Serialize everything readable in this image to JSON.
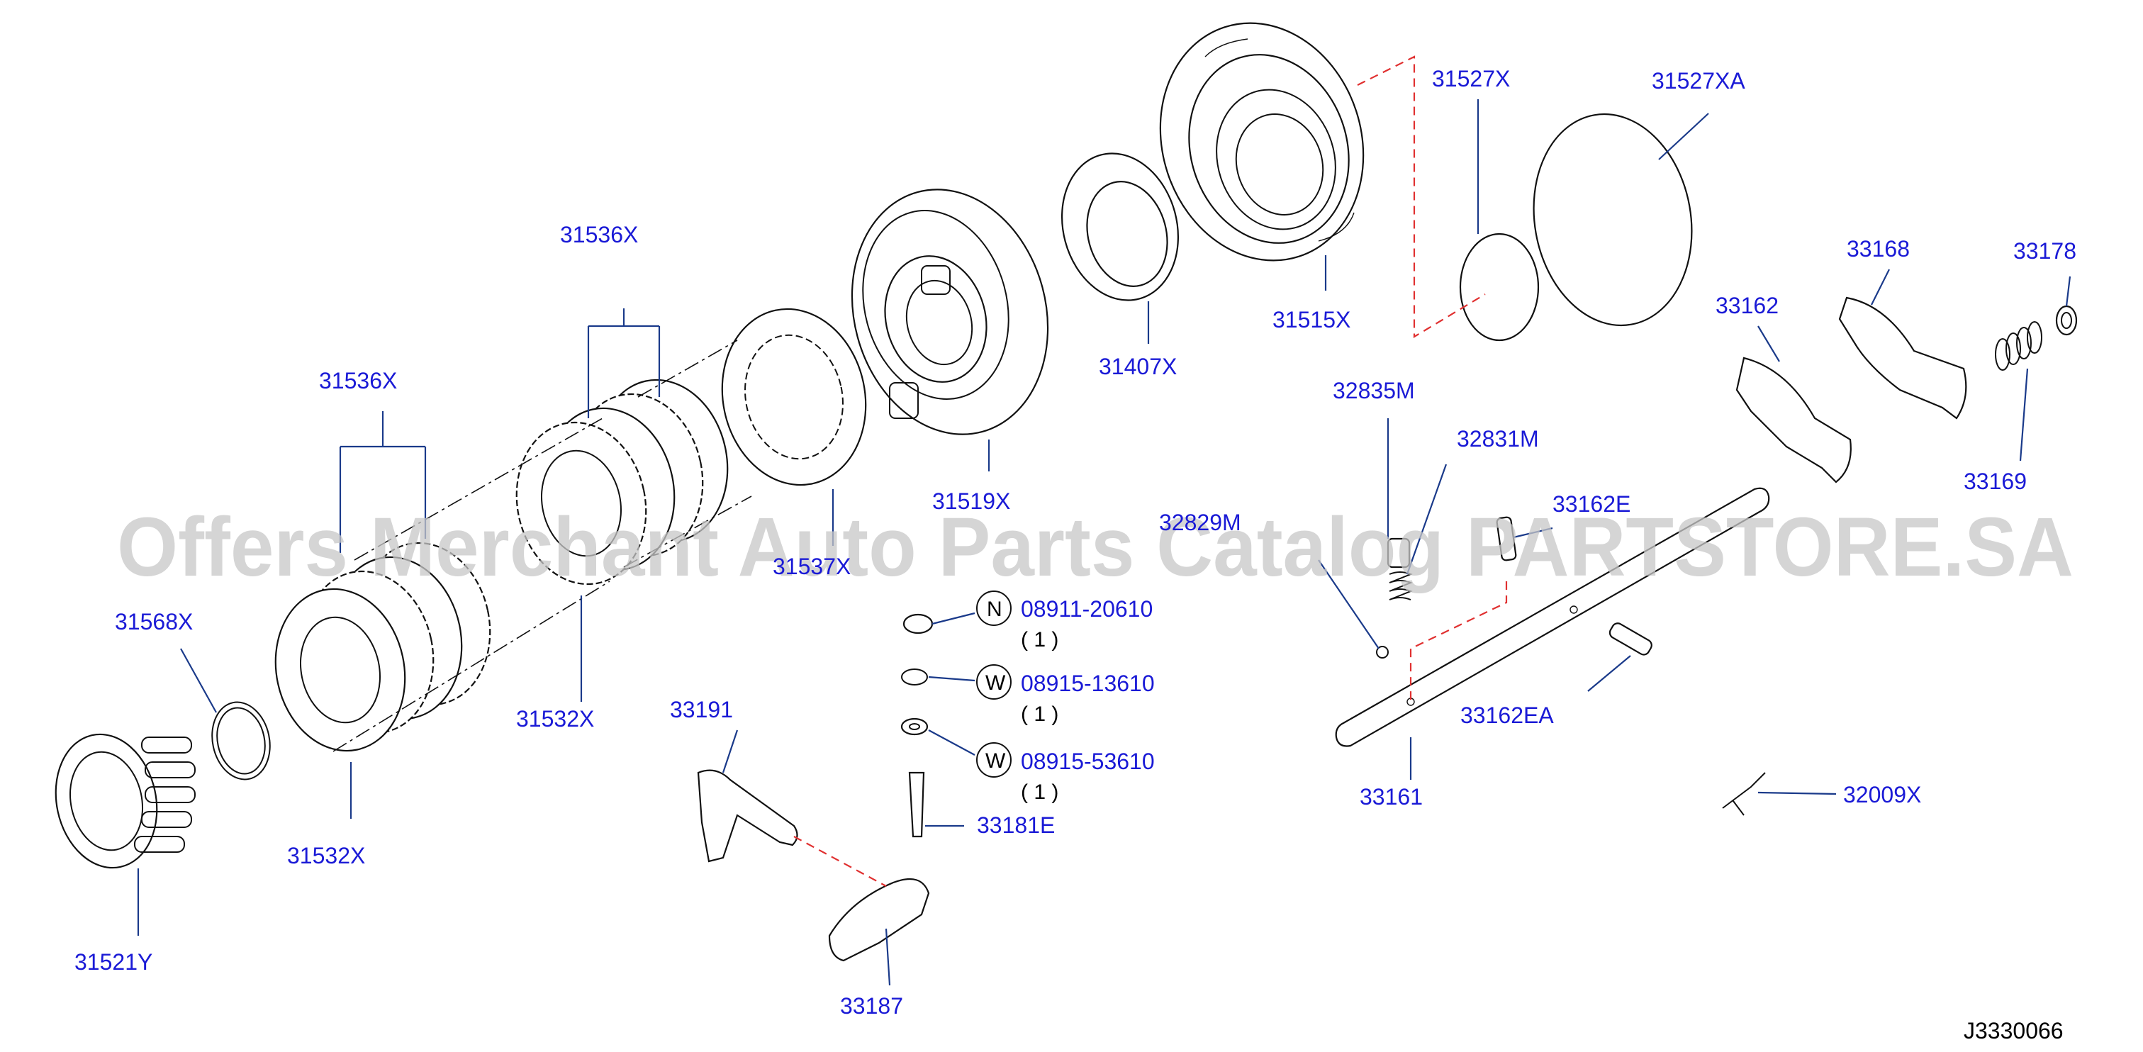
{
  "labels": {
    "p31527x": "31527X",
    "p31527xa": "31527XA",
    "p31536x_a": "31536X",
    "p31536x_b": "31536X",
    "p31515x": "31515X",
    "p31407x": "31407X",
    "p31519x": "31519X",
    "p31537x": "31537X",
    "p31532x_a": "31532X",
    "p31532x_b": "31532X",
    "p31568x": "31568X",
    "p31521y": "31521Y",
    "p32835m": "32835M",
    "p32831m": "32831M",
    "p32829m": "32829M",
    "p33162e": "33162E",
    "p33162ea": "33162EA",
    "p33161": "33161",
    "p33162": "33162",
    "p33168": "33168",
    "p33178": "33178",
    "p33169": "33169",
    "p32009x": "32009X",
    "p33191": "33191",
    "p33181e": "33181E",
    "p33187": "33187"
  },
  "fasteners": [
    {
      "symbol": "N",
      "code": "08911-20610",
      "qty": "( 1 )"
    },
    {
      "symbol": "W",
      "code": "08915-13610",
      "qty": "( 1 )"
    },
    {
      "symbol": "W",
      "code": "08915-53610",
      "qty": "( 1 )"
    }
  ],
  "diagram_id": "J3330066",
  "watermark": "Offers Merchant Auto Parts Catalog PARTSTORE.SA",
  "colors": {
    "label": "#1a1ad6",
    "leader": "#1a3a8a",
    "dashed": "#e03030",
    "watermark": "#c8c8c8"
  }
}
